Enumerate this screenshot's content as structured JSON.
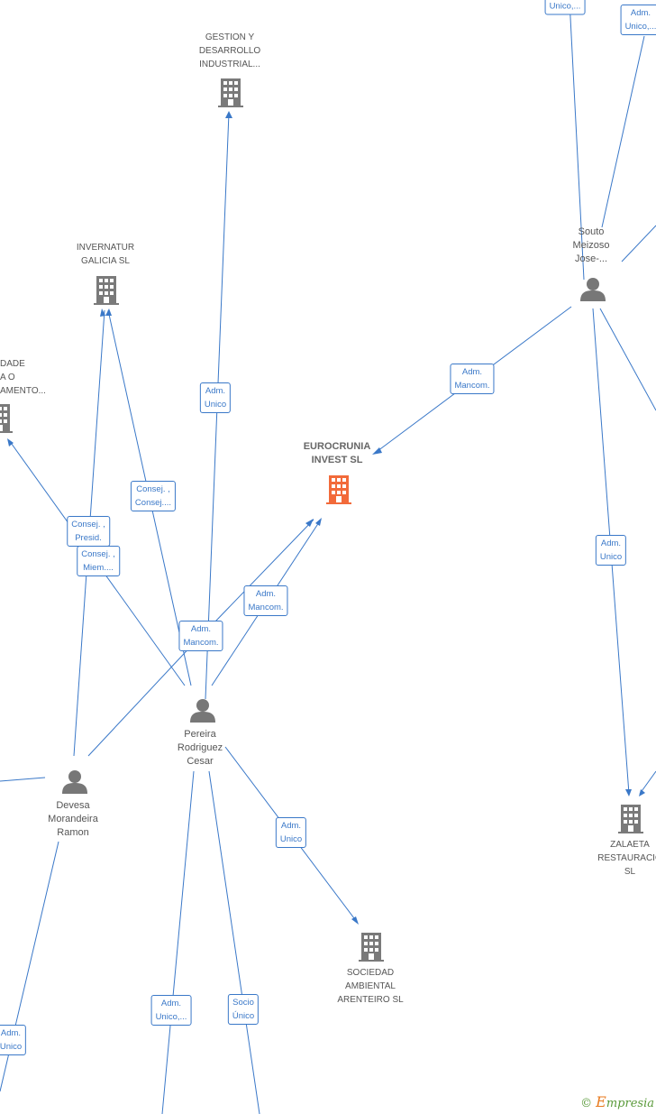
{
  "colors": {
    "edge": "#3a78c8",
    "company_gray": "#7a7a7a",
    "company_main": "#f26a3a",
    "person": "#777777"
  },
  "nodes": [
    {
      "id": "gestion",
      "type": "company",
      "lines": [
        "GESTION Y",
        "DESARROLLO",
        "INDUSTRIAL..."
      ]
    },
    {
      "id": "invernatur",
      "type": "company",
      "lines": [
        "INVERNATUR",
        "GALICIA  SL"
      ]
    },
    {
      "id": "sociedade",
      "type": "company",
      "lines": [
        "DADE",
        "A O",
        "AMENTO..."
      ]
    },
    {
      "id": "eurocrunia",
      "type": "company_main",
      "lines": [
        "EUROCRUNIA",
        "INVEST  SL"
      ]
    },
    {
      "id": "souto",
      "type": "person",
      "lines": [
        "Souto",
        "Meizoso",
        "Jose-..."
      ]
    },
    {
      "id": "pereira",
      "type": "person",
      "lines": [
        "Pereira",
        "Rodriguez",
        "Cesar"
      ]
    },
    {
      "id": "devesa",
      "type": "person",
      "lines": [
        "Devesa",
        "Morandeira",
        "Ramon"
      ]
    },
    {
      "id": "zalaeta",
      "type": "company",
      "lines": [
        "ZALAETA",
        "RESTAURACIO",
        "SL"
      ]
    },
    {
      "id": "sociedad",
      "type": "company",
      "lines": [
        "SOCIEDAD",
        "AMBIENTAL",
        "ARENTEIRO SL"
      ]
    }
  ],
  "relations": [
    {
      "id": "r1",
      "lines": [
        "Unico,..."
      ]
    },
    {
      "id": "r2",
      "lines": [
        "Adm.",
        "Unico,..."
      ]
    },
    {
      "id": "r3",
      "lines": [
        "Adm.",
        "Mancom."
      ]
    },
    {
      "id": "r4",
      "lines": [
        "Adm.",
        "Unico"
      ]
    },
    {
      "id": "r5",
      "lines": [
        "Consej. ,",
        "Consej...."
      ]
    },
    {
      "id": "r6",
      "lines": [
        "Consej. ,",
        "Presid."
      ]
    },
    {
      "id": "r7",
      "lines": [
        "Consej. ,",
        "Miem...."
      ]
    },
    {
      "id": "r8",
      "lines": [
        "Adm.",
        "Mancom."
      ]
    },
    {
      "id": "r9",
      "lines": [
        "Adm.",
        "Mancom."
      ]
    },
    {
      "id": "r10",
      "lines": [
        "Adm.",
        "Unico"
      ]
    },
    {
      "id": "r11",
      "lines": [
        "Adm.",
        "Unico"
      ]
    },
    {
      "id": "r12",
      "lines": [
        "Adm.",
        "Unico,..."
      ]
    },
    {
      "id": "r13",
      "lines": [
        "Socio",
        "Único"
      ]
    },
    {
      "id": "r14",
      "lines": [
        "Adm.",
        "Unico"
      ]
    }
  ],
  "footer": {
    "copyright": "©",
    "brand_initial": "E",
    "brand_rest": "mpresia"
  }
}
